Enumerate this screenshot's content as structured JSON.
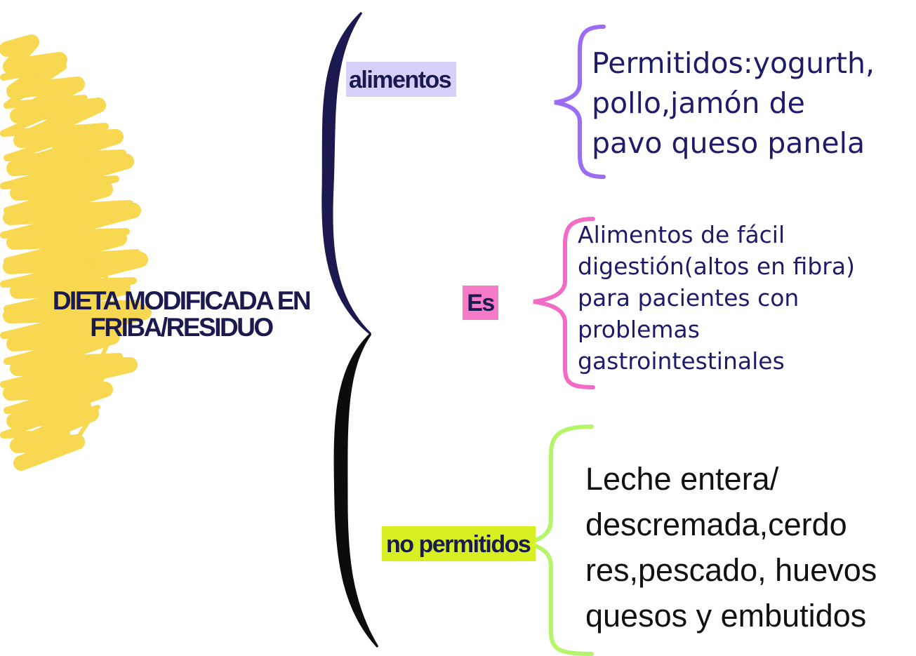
{
  "title_lines": [
    "DIETA MODIFICADA EN",
    "FRIBA/RESIDUO"
  ],
  "branches": {
    "alimentos": {
      "label": "alimentos",
      "label_bg": "#d6d0fa",
      "brace_color": "#9b6cf5",
      "text_lines": [
        "Permitidos:yogurth,",
        "pollo,jamón de",
        "pavo queso panela"
      ]
    },
    "es": {
      "label": "Es",
      "label_bg": "#f57bc6",
      "brace_color": "#f26bc4",
      "text_lines": [
        "Alimentos de fácil",
        "digestión(altos en fibra)",
        "para pacientes con",
        "problemas",
        "gastrointestinales"
      ]
    },
    "no_permitidos": {
      "label": "no permitidos",
      "label_bg": "#d7f021",
      "brace_color": "#b5f56a",
      "text_lines": [
        "Leche entera/",
        "descremada,cerdo",
        "res,pescado, huevos",
        "quesos y embutidos"
      ]
    }
  },
  "colors": {
    "title": "#1a1950",
    "main_brace_top": "#1a1950",
    "main_brace_bottom": "#0c0c0c",
    "decor_yellow": "#f8d548"
  },
  "icons": [
    "yellow-scribble-decoration"
  ]
}
